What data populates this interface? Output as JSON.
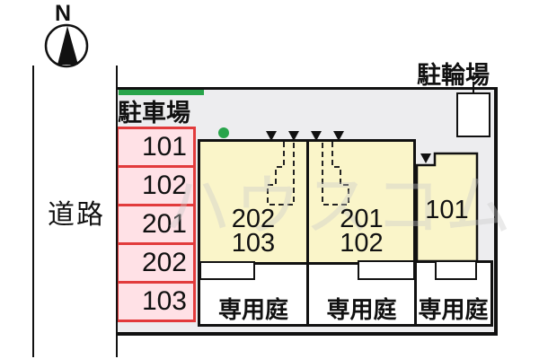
{
  "compass": {
    "label": "N"
  },
  "road": {
    "label": "道路"
  },
  "site": {
    "parking": {
      "title": "駐車場",
      "spaces": [
        "101",
        "102",
        "201",
        "202",
        "103"
      ]
    },
    "bike_parking": {
      "title": "駐輪場"
    },
    "units": [
      {
        "floor2": "202",
        "floor1": "103"
      },
      {
        "floor2": "201",
        "floor1": "102"
      },
      {
        "label": "101"
      }
    ],
    "gardens": [
      {
        "label": "専用庭"
      },
      {
        "label": "専用庭"
      },
      {
        "label": "専用庭"
      }
    ]
  },
  "watermark": {
    "text": "ハウスコム"
  },
  "colors": {
    "site_bg": "#EDEDEF",
    "building_fill": "#FAF5C9",
    "parking_fill": "#FFE1E6",
    "parking_border": "#E23B3C",
    "accent_green": "#28A44A",
    "line_black": "#111111"
  }
}
